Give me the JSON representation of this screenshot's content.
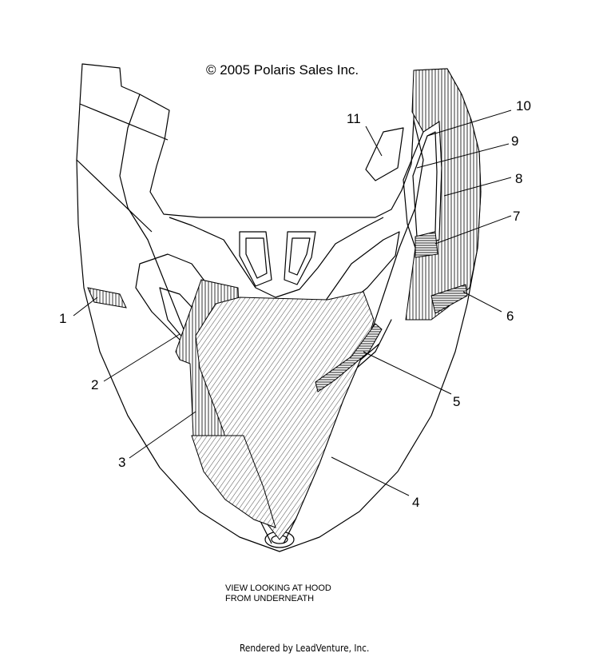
{
  "copyright": "© 2005 Polaris Sales Inc.",
  "caption_line1": "VIEW LOOKING AT HOOD",
  "caption_line2": "FROM UNDERNEATH",
  "footer": "Rendered by LeadVenture, Inc.",
  "callouts": [
    "1",
    "2",
    "3",
    "4",
    "5",
    "6",
    "7",
    "8",
    "9",
    "10",
    "11"
  ],
  "colors": {
    "line": "#000000",
    "background": "#ffffff"
  }
}
